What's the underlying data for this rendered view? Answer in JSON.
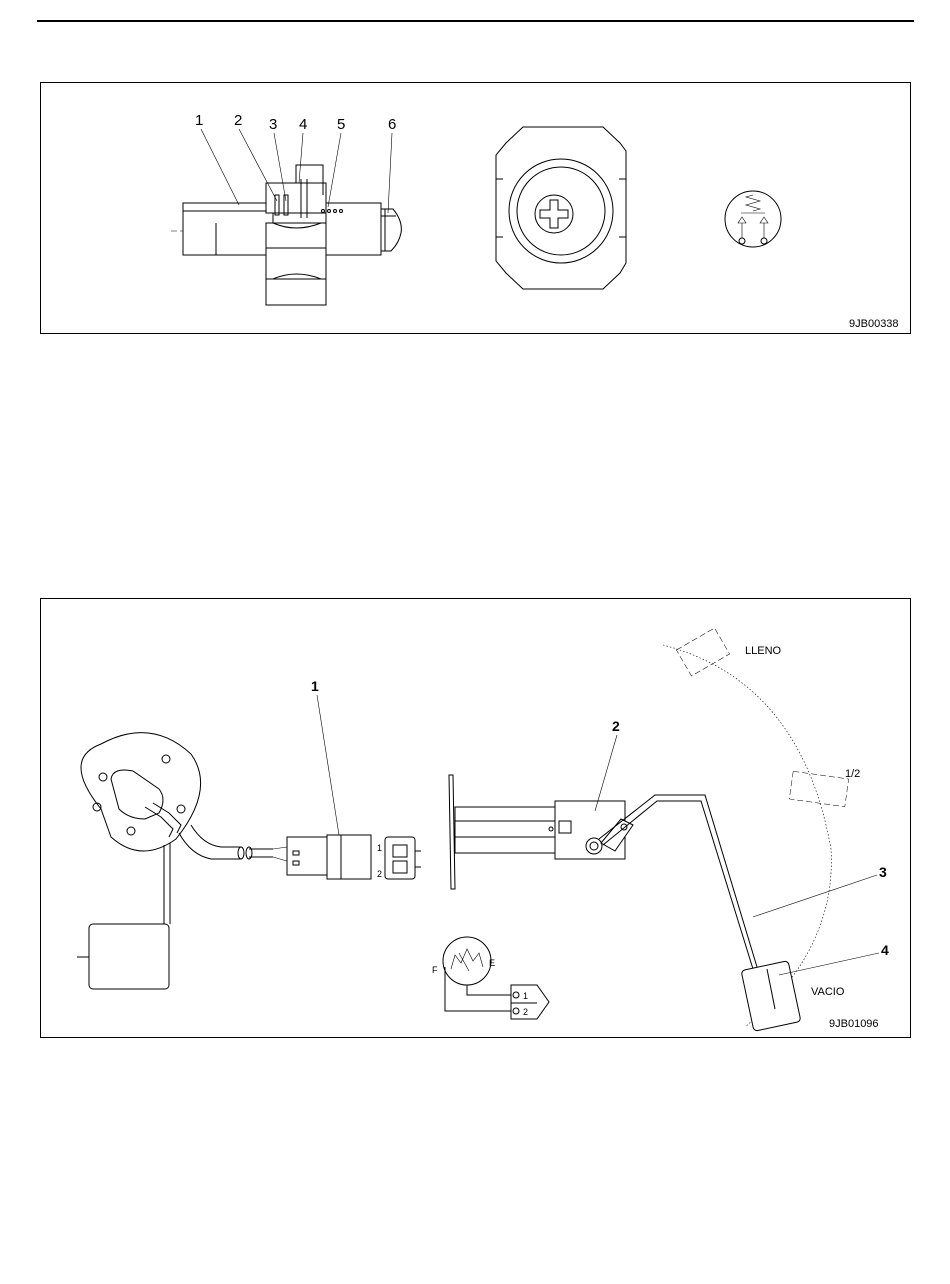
{
  "figure_1": {
    "callouts": [
      "1",
      "2",
      "3",
      "4",
      "5",
      "6"
    ],
    "figure_code": "9JB00338"
  },
  "figure_2": {
    "callouts": [
      "1",
      "2",
      "3",
      "4"
    ],
    "gauge_labels": {
      "full": "LLENO",
      "half": "1/2",
      "empty": "VACIO"
    },
    "connector_pins": [
      "1",
      "2"
    ],
    "schematic_terminals": {
      "left": "F",
      "right": "E",
      "pins": [
        "1",
        "2"
      ]
    },
    "figure_code": "9JB01096"
  }
}
